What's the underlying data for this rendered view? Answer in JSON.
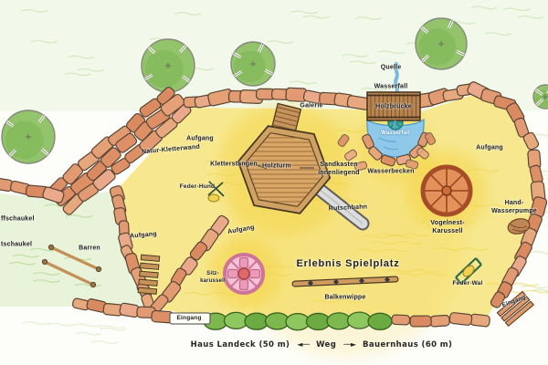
{
  "title": "Erlebnis Spielplatz",
  "labels": {
    "quelle": "Quelle",
    "wasserfall": "Wasserfall",
    "galerie": "Galerie",
    "holzbruecke": "Holzbrücke",
    "wasserfall_pool": "Wasserfall",
    "natur_kletterwand": "Natur-Kletterwand",
    "aufgang_nw": "Aufgang",
    "kletterstangen": "Kletterstangen",
    "holzturm": "Holzturm",
    "sandkasten": "Sandkasten\ninnenliegend",
    "wasserbecken": "Wasserbecken",
    "feder_hund": "Feder-Hund",
    "rutschbahn": "Rutschbahn",
    "aufgang_ost": "Aufgang",
    "vogelnest_karussell": "Vogelnest-\nKarussell",
    "hand_wasserpumpe": "Hand-\nWasserpumpe",
    "schaukel_1": "ffschaukel",
    "schaukel_2": "tschaukel",
    "barren": "Barren",
    "aufgang_west": "Aufgang",
    "aufgang_mitte": "Aufgang",
    "sitz_karussell": "Sitz-\nkarussell",
    "balkenwippe": "Balkenwippe",
    "feder_wal": "Feder-Wal",
    "eingang_sued": "Eingang",
    "eingang_ost": "Eingang"
  },
  "caption": {
    "left": "Haus Landeck (50 m)",
    "arrow_left": "◄──",
    "middle": "Weg",
    "arrow_right": "──►",
    "right": "Bauernhaus (60 m)"
  },
  "colors": {
    "wall_brick": "#e29a72",
    "lawn_green": "#e8f3d9",
    "play_area_yellow": "#f7e88f",
    "water_blue": "#8fc9ea",
    "wood_brown": "#c6935a",
    "tree_green": "#93c36b",
    "hedge_green": "#7cb84e",
    "carousel_orange": "#e2925a",
    "carousel_pink": "#f5c3d6"
  }
}
